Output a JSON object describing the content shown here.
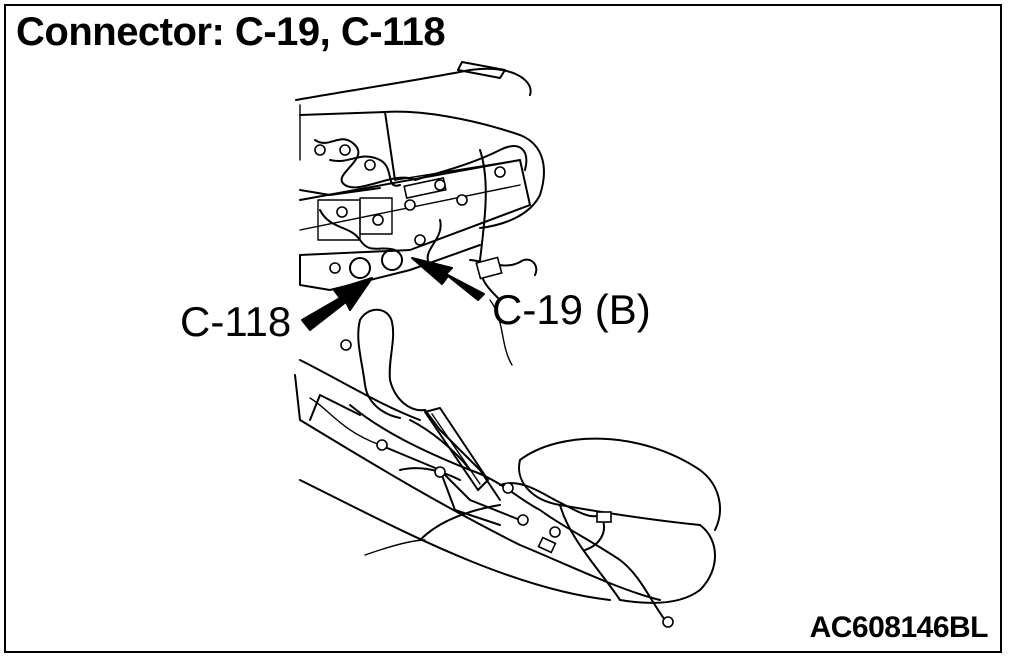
{
  "title": "Connector: C-19, C-118",
  "labels": {
    "c118": "C-118",
    "c19": "C-19 (B)"
  },
  "figure_code": "AC608146BL"
}
